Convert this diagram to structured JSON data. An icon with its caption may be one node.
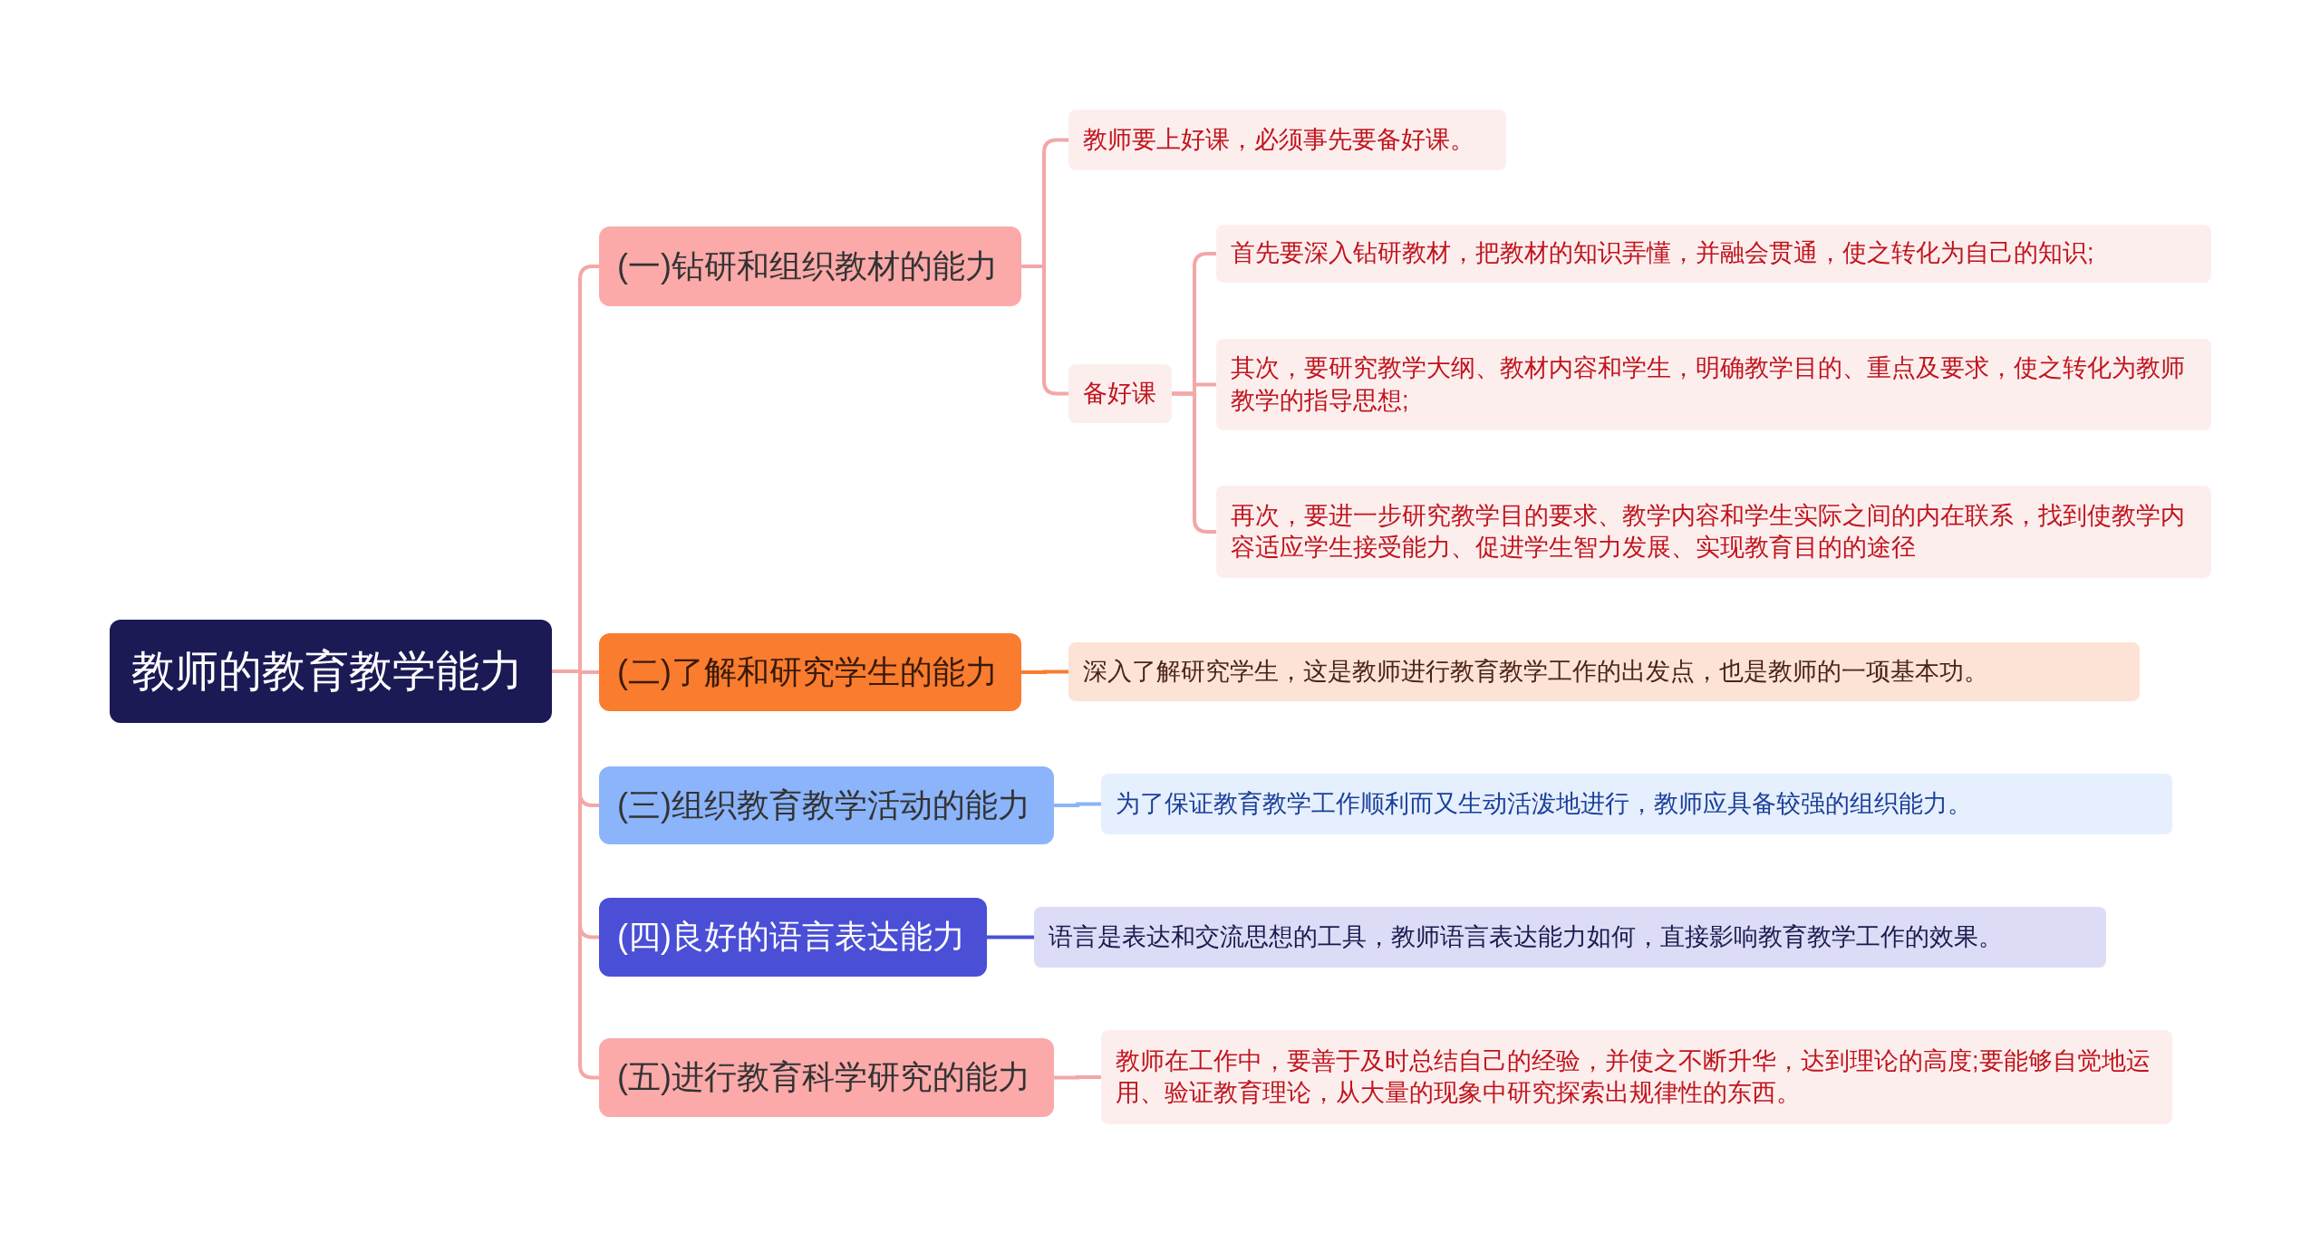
{
  "diagram": {
    "nodes": [
      {
        "text": [
          "教师的教育教学能力"
        ]
      },
      {
        "text": [
          "(一)钻研和组织教材的能力"
        ]
      },
      {
        "text": [
          "教师要上好课，必须事先要备好课。"
        ]
      },
      {
        "text": [
          "备好课"
        ]
      },
      {
        "text": [
          "首先要深入钻研教材，把教材的知识弄懂，并融会贯通，使之转化为自己的知识;"
        ]
      },
      {
        "text": [
          "其次，要研究教学大纲、教材内容和学生，明确教学目的、重点及要求，使之转化为教师教学的指导思想;"
        ]
      },
      {
        "text": [
          "再次，要进一步研究教学目的要求、教学内容和学生实际之间的内在联系，找到使教学内容适应学生接受能力、促进学生智力发展、实现教育目的的途径"
        ]
      },
      {
        "text": [
          "(二)了解和研究学生的能力"
        ]
      },
      {
        "text": [
          "深入了解研究学生，这是教师进行教育教学工作的出发点，也是教师的一项基本功。"
        ]
      },
      {
        "text": [
          "(三)组织教育教学活动的能力"
        ]
      },
      {
        "text": [
          "为了保证教育教学工作顺利而又生动活泼地进行，教师应具备较强的组织能力。"
        ]
      },
      {
        "text": [
          "(四)良好的语言表达能力"
        ]
      },
      {
        "text": [
          "语言是表达和交流思想的工具，教师语言表达能力如何，直接影响教育教学工作的效果。"
        ]
      },
      {
        "text": [
          "(五)进行教育科学研究的能力"
        ]
      },
      {
        "text": [
          "教师在工作中，要善于及时总结自己的经验，并使之不断升华，达到理论的高度;要能够自觉地运用、验证教育理论，从大量的现象中研究探索出规律性的东西。"
        ]
      }
    ],
    "edges": [
      {
        "from": 0,
        "to": 1,
        "arrow": "none"
      },
      {
        "from": 1,
        "to": 2,
        "arrow": "none"
      },
      {
        "from": 1,
        "to": 3,
        "arrow": "none"
      },
      {
        "from": 3,
        "to": 4,
        "arrow": "none"
      },
      {
        "from": 3,
        "to": 5,
        "arrow": "none"
      },
      {
        "from": 3,
        "to": 6,
        "arrow": "none"
      },
      {
        "from": 0,
        "to": 7,
        "arrow": "none"
      },
      {
        "from": 7,
        "to": 8,
        "arrow": "none",
        "color": "#f97c2f"
      },
      {
        "from": 0,
        "to": 9,
        "arrow": "none"
      },
      {
        "from": 9,
        "to": 10,
        "arrow": "none",
        "color": "#8bb4fb"
      },
      {
        "from": 0,
        "to": 11,
        "arrow": "none"
      },
      {
        "from": 11,
        "to": 12,
        "arrow": "none",
        "color": "#4a4fd6"
      },
      {
        "from": 0,
        "to": 13,
        "arrow": "none"
      },
      {
        "from": 13,
        "to": 14,
        "arrow": "none"
      }
    ]
  }
}
